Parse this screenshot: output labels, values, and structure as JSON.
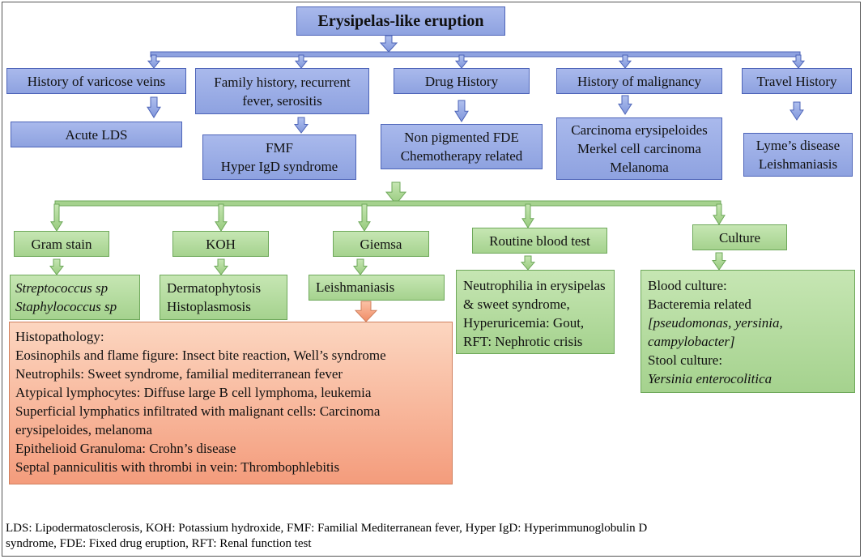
{
  "title": "Erysipelas-like eruption",
  "histories": [
    {
      "label": [
        "History of varicose veins"
      ],
      "result": [
        "Acute LDS"
      ]
    },
    {
      "label": [
        "Family history, recurrent",
        "fever, serositis"
      ],
      "result": [
        "FMF",
        "Hyper IgD syndrome"
      ]
    },
    {
      "label": [
        "Drug History"
      ],
      "result": [
        "Non pigmented FDE",
        "Chemotherapy related"
      ]
    },
    {
      "label": [
        "History of malignancy"
      ],
      "result": [
        "Carcinoma erysipeloides",
        "Merkel cell carcinoma",
        "Melanoma"
      ]
    },
    {
      "label": [
        "Travel  History"
      ],
      "result": [
        "Lyme’s disease",
        "Leishmaniasis"
      ]
    }
  ],
  "tests": [
    {
      "label": "Gram stain",
      "result": [
        "Streptococcus sp",
        "Staphylococcus sp"
      ]
    },
    {
      "label": "KOH",
      "result": [
        "Dermatophytosis",
        "Histoplasmosis"
      ]
    },
    {
      "label": "Giemsa",
      "result": [
        "Leishmaniasis"
      ]
    },
    {
      "label": "Routine blood test",
      "result": [
        "Neutrophilia in erysipelas",
        "& sweet syndrome,",
        "Hyperuricemia: Gout,",
        "RFT: Nephrotic crisis"
      ]
    },
    {
      "label": "Culture",
      "result": [
        "Blood culture:",
        "Bacteremia related",
        "[pseudomonas, yersinia,",
        "campylobacter]",
        "Stool culture:",
        "Yersinia enterocolitica"
      ]
    }
  ],
  "histopathology": [
    "Histopathology:",
    "Eosinophils and flame figure: Insect bite reaction, Well’s syndrome",
    "Neutrophils: Sweet syndrome, familial mediterranean fever",
    "Atypical lymphocytes: Diffuse large B cell lymphoma, leukemia",
    "Superficial lymphatics infiltrated with malignant cells: Carcinoma",
    "erysipeloides, melanoma",
    "Epithelioid Granuloma: Crohn’s disease",
    "Septal panniculitis with thrombi in vein: Thrombophlebitis"
  ],
  "footnote": [
    "LDS: Lipodermatosclerosis, KOH: Potassium hydroxide, FMF: Familial Mediterranean fever, Hyper IgD: Hyperimmunoglobulin D",
    "syndrome, FDE: Fixed drug eruption, RFT: Renal function test"
  ],
  "colors": {
    "blue_fill": "#9aace6",
    "blue_border": "#4d64b8",
    "green_fill": "#b5dc9f",
    "green_border": "#6ea85a",
    "orange_fill": "#f7b396"
  }
}
